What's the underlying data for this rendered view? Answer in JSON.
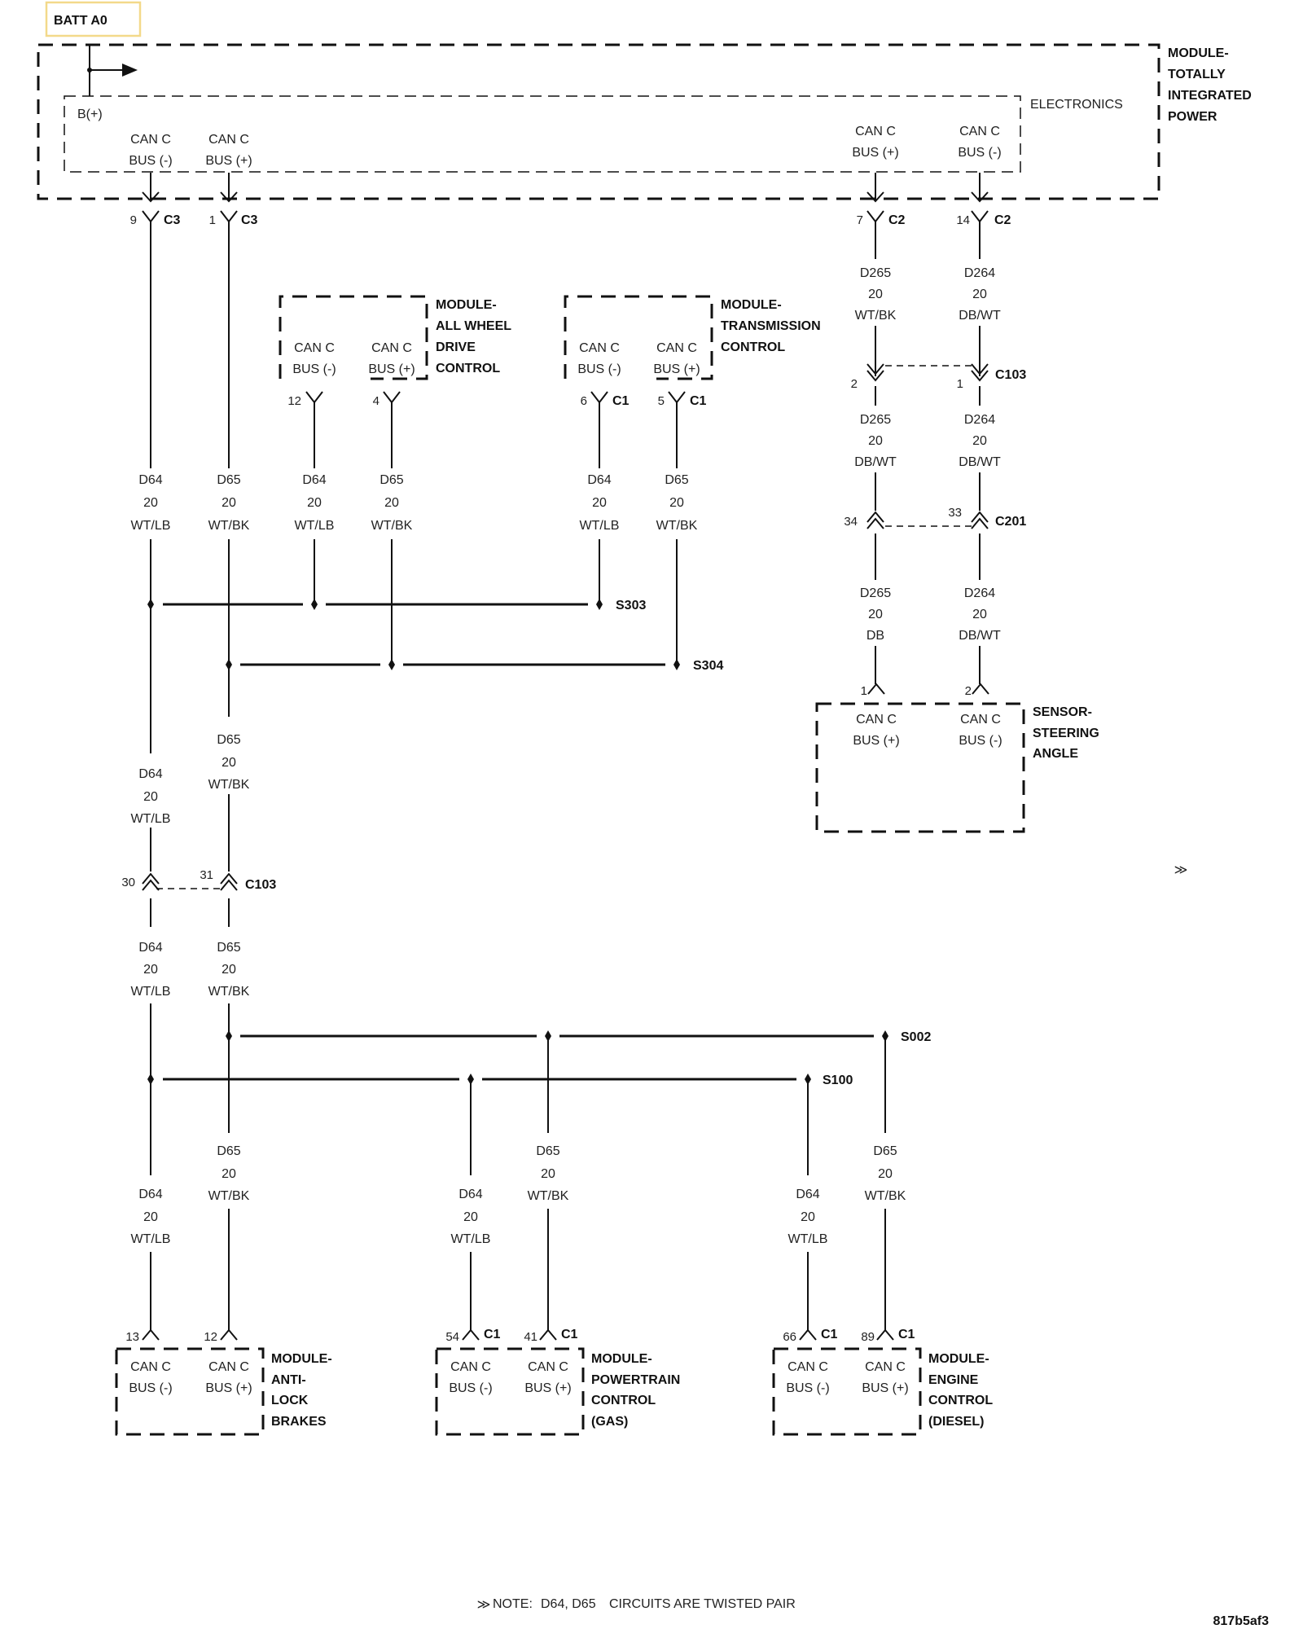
{
  "batt_tab": "BATT A0",
  "tipm": {
    "name": [
      "MODULE-",
      "TOTALLY",
      "INTEGRATED",
      "POWER"
    ],
    "inner": "ELECTRONICS",
    "bplus": "B(+)",
    "pins": [
      {
        "l1": "CAN C",
        "l2": "BUS (-)",
        "pin": "9",
        "conn": "C3"
      },
      {
        "l1": "CAN C",
        "l2": "BUS (+)",
        "pin": "1",
        "conn": "C3"
      },
      {
        "l1": "CAN C",
        "l2": "BUS (+)",
        "pin": "7",
        "conn": "C2"
      },
      {
        "l1": "CAN C",
        "l2": "BUS (-)",
        "pin": "14",
        "conn": "C2"
      }
    ]
  },
  "awd": {
    "name": [
      "MODULE-",
      "ALL WHEEL",
      "DRIVE",
      "CONTROL"
    ],
    "pins": [
      {
        "l1": "CAN C",
        "l2": "BUS (-)",
        "pin": "12"
      },
      {
        "l1": "CAN C",
        "l2": "BUS (+)",
        "pin": "4"
      }
    ]
  },
  "tcm": {
    "name": [
      "MODULE-",
      "TRANSMISSION",
      "CONTROL"
    ],
    "pins": [
      {
        "l1": "CAN C",
        "l2": "BUS (-)",
        "pin": "6",
        "conn": "C1"
      },
      {
        "l1": "CAN C",
        "l2": "BUS (+)",
        "pin": "5",
        "conn": "C1"
      }
    ]
  },
  "sas": {
    "name": [
      "SENSOR-",
      "STEERING",
      "ANGLE"
    ],
    "pins": [
      {
        "l1": "CAN C",
        "l2": "BUS (+)",
        "pin": "1"
      },
      {
        "l1": "CAN C",
        "l2": "BUS (-)",
        "pin": "2"
      }
    ]
  },
  "abs": {
    "name": [
      "MODULE-",
      "ANTI-",
      "LOCK",
      "BRAKES"
    ],
    "pins": [
      {
        "l1": "CAN C",
        "l2": "BUS (-)",
        "pin": "13"
      },
      {
        "l1": "CAN C",
        "l2": "BUS (+)",
        "pin": "12"
      }
    ]
  },
  "pcm": {
    "name": [
      "MODULE-",
      "POWERTRAIN",
      "CONTROL",
      "(GAS)"
    ],
    "pins": [
      {
        "l1": "CAN C",
        "l2": "BUS (-)",
        "pin": "54",
        "conn": "C1"
      },
      {
        "l1": "CAN C",
        "l2": "BUS (+)",
        "pin": "41",
        "conn": "C1"
      }
    ]
  },
  "ecm": {
    "name": [
      "MODULE-",
      "ENGINE",
      "CONTROL",
      "(DIESEL)"
    ],
    "pins": [
      {
        "l1": "CAN C",
        "l2": "BUS (-)",
        "pin": "66",
        "conn": "C1"
      },
      {
        "l1": "CAN C",
        "l2": "BUS (+)",
        "pin": "89",
        "conn": "C1"
      }
    ]
  },
  "wires": {
    "w_d64_a": [
      "D64",
      "20",
      "WT/LB"
    ],
    "w_d65_a": [
      "D65",
      "20",
      "WT/BK"
    ],
    "w_d64_awd": [
      "D64",
      "20",
      "WT/LB"
    ],
    "w_d65_awd": [
      "D65",
      "20",
      "WT/BK"
    ],
    "w_d64_tcm": [
      "D64",
      "20",
      "WT/LB"
    ],
    "w_d65_tcm": [
      "D65",
      "20",
      "WT/BK"
    ],
    "w_d65_b": [
      "D65",
      "20",
      "WT/BK"
    ],
    "w_d64_b": [
      "D64",
      "20",
      "WT/LB"
    ],
    "w_d64_c": [
      "D64",
      "20",
      "WT/LB"
    ],
    "w_d65_c": [
      "D65",
      "20",
      "WT/BK"
    ],
    "w_d65_abs": [
      "D65",
      "20",
      "WT/BK"
    ],
    "w_d64_abs": [
      "D64",
      "20",
      "WT/LB"
    ],
    "w_d64_pcm": [
      "D64",
      "20",
      "WT/LB"
    ],
    "w_d65_pcm": [
      "D65",
      "20",
      "WT/BK"
    ],
    "w_d64_ecm": [
      "D64",
      "20",
      "WT/LB"
    ],
    "w_d65_ecm": [
      "D65",
      "20",
      "WT/BK"
    ],
    "w_r1a": [
      "D265",
      "20",
      "WT/BK"
    ],
    "w_r1b": [
      "D264",
      "20",
      "DB/WT"
    ],
    "w_r2a": [
      "D265",
      "20",
      "DB/WT"
    ],
    "w_r2b": [
      "D264",
      "20",
      "DB/WT"
    ],
    "w_r3a": [
      "D265",
      "20",
      "DB"
    ],
    "w_r3b": [
      "D264",
      "20",
      "DB/WT"
    ]
  },
  "connectors": {
    "c103_top": {
      "pin_l": "2",
      "pin_r": "1",
      "name": "C103"
    },
    "c201": {
      "pin_l": "34",
      "pin_r": "33",
      "name": "C201"
    },
    "c103_bot": {
      "pin_l": "30",
      "pin_r": "31",
      "name": "C103"
    }
  },
  "splices": {
    "s303": "S303",
    "s304": "S304",
    "s002": "S002",
    "s100": "S100"
  },
  "note": {
    "symbol": "≫",
    "label": "NOTE:",
    "circuits": "D64, D65",
    "text": "CIRCUITS ARE TWISTED PAIR"
  },
  "diagram_id": "817b5af3"
}
